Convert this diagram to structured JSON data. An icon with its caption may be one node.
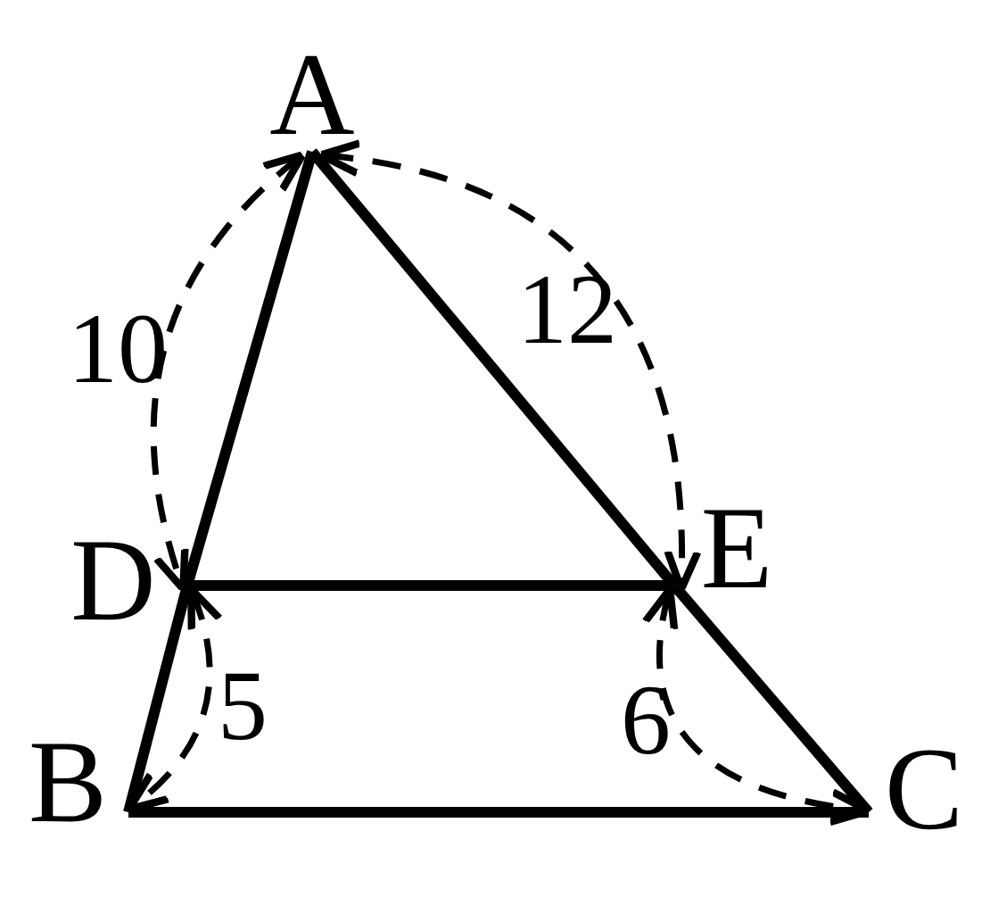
{
  "diagram": {
    "nodes": [
      {
        "text": [
          "A"
        ]
      },
      {
        "text": [
          "D"
        ]
      },
      {
        "text": [
          "E"
        ]
      },
      {
        "text": [
          "B"
        ]
      },
      {
        "text": [
          "C"
        ]
      }
    ],
    "edges": [
      {
        "from": 0,
        "to": 1,
        "arrow": "none"
      },
      {
        "from": 1,
        "to": 3,
        "arrow": "none"
      },
      {
        "from": 0,
        "to": 2,
        "arrow": "none"
      },
      {
        "from": 2,
        "to": 4,
        "arrow": "none"
      },
      {
        "from": 1,
        "to": 2,
        "arrow": "none"
      },
      {
        "from": 3,
        "to": 4,
        "arrow": "none"
      },
      {
        "from": 0,
        "to": 1,
        "arrow": "both",
        "style": "dashed",
        "label": "10"
      },
      {
        "from": 0,
        "to": 2,
        "arrow": "both",
        "style": "dashed",
        "label": "12"
      },
      {
        "from": 1,
        "to": 3,
        "arrow": "both",
        "style": "dashed",
        "label": "5"
      },
      {
        "from": 2,
        "to": 4,
        "arrow": "both",
        "style": "dashed",
        "label": "6"
      }
    ]
  }
}
